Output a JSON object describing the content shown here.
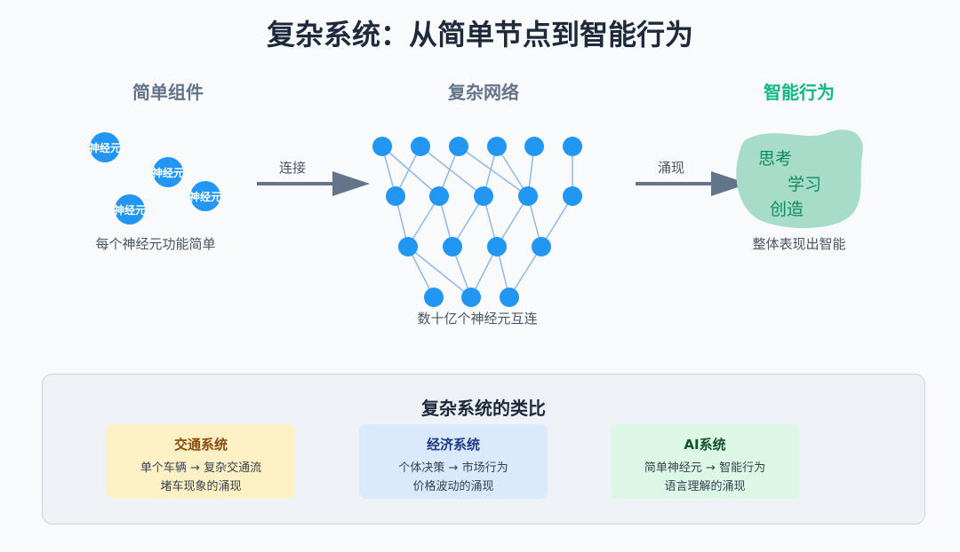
{
  "title": "复杂系统：从简单节点到智能行为",
  "sections": {
    "simple": {
      "heading": "简单组件",
      "caption": "每个神经元功能简单",
      "neuron_label": "神经元"
    },
    "network": {
      "heading": "复杂网络",
      "caption": "数十亿个神经元互连"
    },
    "intelligent": {
      "heading": "智能行为",
      "caption": "整体表现出智能",
      "words": [
        "思考",
        "学习",
        "创造"
      ]
    }
  },
  "arrows": {
    "connect": "连接",
    "emerge": "涌现"
  },
  "analogy": {
    "title": "复杂系统的类比",
    "cards": [
      {
        "title": "交通系统",
        "line1": "单个车辆 → 复杂交通流",
        "line2": "堵车现象的涌现"
      },
      {
        "title": "经济系统",
        "line1": "个体决策 → 市场行为",
        "line2": "价格波动的涌现"
      },
      {
        "title": "AI系统",
        "line1": "简单神经元 → 智能行为",
        "line2": "语言理解的涌现"
      }
    ]
  },
  "colors": {
    "neuron": "#2196f3",
    "arrow": "#64748b",
    "accent_green": "#10b981",
    "blob": "#a7dcc9",
    "edge": "#90b8ea",
    "card_traffic": "#fdf0c4",
    "card_econ": "#dbe9fd",
    "card_ai": "#dcf7e6",
    "card_traffic_title": "#8a4b0f",
    "card_econ_title": "#1e3a8a",
    "card_ai_title": "#14532d"
  }
}
